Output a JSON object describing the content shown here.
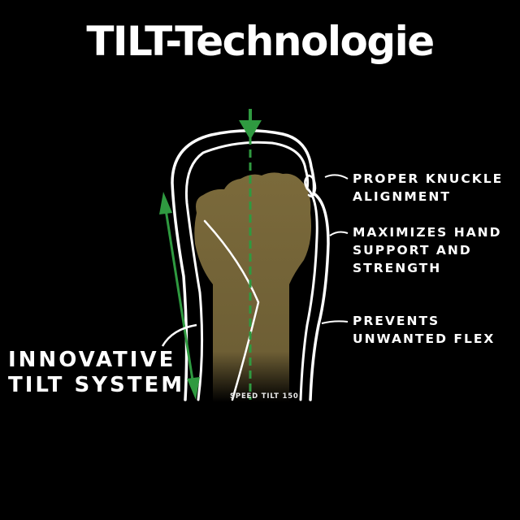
{
  "title": "TILT-Technologie",
  "callouts": [
    {
      "line1": "PROPER KNUCKLE",
      "line2": "ALIGNMENT",
      "line3": ""
    },
    {
      "line1": "MAXIMIZES HAND",
      "line2": "SUPPORT AND",
      "line3": "STRENGTH"
    },
    {
      "line1": "PREVENTS",
      "line2": "UNWANTED FLEX",
      "line3": ""
    }
  ],
  "tilt_label": {
    "line1": "INNOVATIVE",
    "line2": "TILT SYSTEM"
  },
  "model_label": "SPEED TILT 150",
  "colors": {
    "background": "#000000",
    "outline": "#ffffff",
    "fist": "#7a6a3c",
    "arrow": "#2f9a40"
  }
}
